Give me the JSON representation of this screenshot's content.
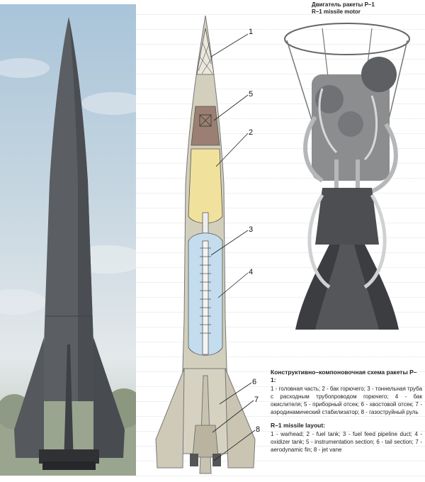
{
  "engine": {
    "title_ru": "Двигатель ракеты Р–1",
    "title_en": "R–1 missile motor"
  },
  "cutaway": {
    "callouts": [
      "1",
      "5",
      "2",
      "3",
      "4",
      "6",
      "7",
      "8"
    ]
  },
  "legend": {
    "ru_heading": "Конструктивно–компоновочная схема ракеты Р–1:",
    "ru_text": "1 - головная часть; 2 - бак горючего; 3 - тоннельная труба с расходным трубопроводом горючего; 4 - бак окислителя; 5 - приборный отсек; 6 - хвостовой отсек; 7 - аэродинамический стабилизатор; 8 - газоструйный руль",
    "en_heading": "R–1 missile layout:",
    "en_text": "1 - warhead; 2 - fuel tank; 3 - fuel feed pipeline duct; 4 - oxidizer tank; 5 - instrumentation section; 6 - tail section; 7 - aerodynamic fin; 8 - jet vane"
  },
  "colors": {
    "hull": "#d3cfbd",
    "fuel_tank": "#f0e29c",
    "oxidizer_tank": "#c3dcee",
    "compartment": "#9a7f72",
    "missile_photo": "#595c60",
    "sky": "#a9c4d9"
  }
}
